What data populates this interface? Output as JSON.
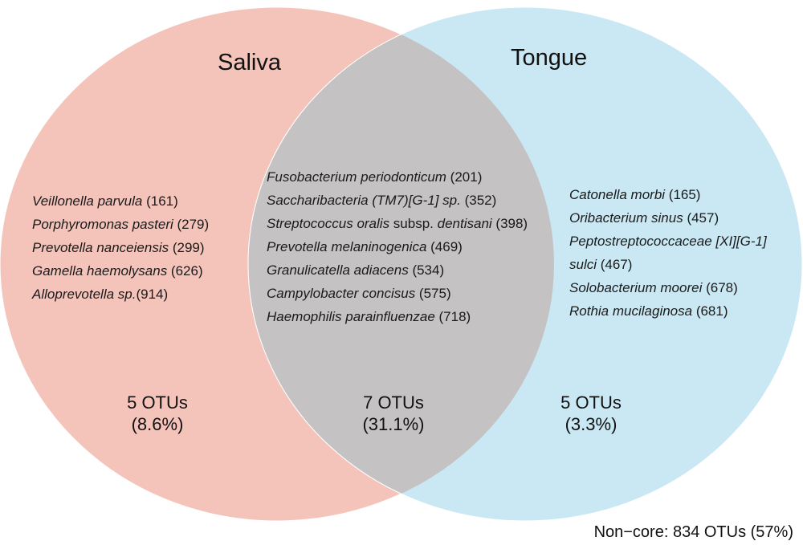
{
  "colors": {
    "saliva_fill": "#f4c4bb",
    "tongue_fill": "#c9e8f3",
    "overlap_fill": "#c4c2c3",
    "outline": "#ffffff"
  },
  "saliva": {
    "title": "Saliva",
    "otus": [
      {
        "species": "Veillonella parvula",
        "id": " (161)"
      },
      {
        "species": "Porphyromonas pasteri",
        "id": " (279)"
      },
      {
        "species": "Prevotella nanceiensis",
        "id": " (299)"
      },
      {
        "species": "Gamella haemolysans",
        "id": " (626)"
      },
      {
        "species": "Alloprevotella sp.",
        "id": "(914)"
      }
    ],
    "count": "5 OTUs",
    "percent": "(8.6%)"
  },
  "shared": {
    "otus": [
      {
        "species": "Fusobacterium periodonticum",
        "id": " (201)"
      },
      {
        "species": "Saccharibacteria (TM7)[G-1] sp.",
        "id": " (352)"
      },
      {
        "species": "Streptococcus oralis",
        "extra": " subsp. ",
        "species2": "dentisani",
        "id": " (398)"
      },
      {
        "species": "Prevotella melaninogenica",
        "id": " (469)"
      },
      {
        "species": "Granulicatella adiacens",
        "id": " (534)"
      },
      {
        "species": "Campylobacter concisus",
        "id": " (575)"
      },
      {
        "species": "Haemophilis parainfluenzae",
        "id": " (718)"
      }
    ],
    "count": "7 OTUs",
    "percent": "(31.1%)"
  },
  "tongue": {
    "title": "Tongue",
    "otus": [
      {
        "species": "Catonella morbi",
        "id": " (165)"
      },
      {
        "species": "Oribacterium sinus",
        "id": " (457)"
      },
      {
        "species": "Peptostreptococcaceae [XI][G-1]",
        "id": ""
      },
      {
        "species": "  sulci",
        "id": "  (467)"
      },
      {
        "species": "Solobacterium moorei",
        "id": " (678)"
      },
      {
        "species": "Rothia mucilaginosa",
        "id": " (681)"
      }
    ],
    "count": "5 OTUs",
    "percent": "(3.3%)"
  },
  "footer": "Non−core: 834 OTUs (57%)"
}
